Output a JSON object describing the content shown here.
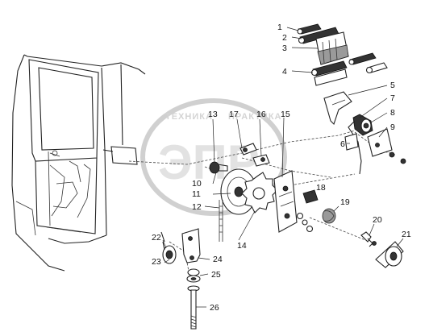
{
  "watermark": {
    "top_text": "ТЕХНИКА",
    "right_text": "ПРАКТИКА",
    "big_text": "ЭПР"
  },
  "callouts": [
    {
      "id": "c1",
      "text": "1"
    },
    {
      "id": "c2",
      "text": "2"
    },
    {
      "id": "c3",
      "text": "3"
    },
    {
      "id": "c4",
      "text": "4"
    },
    {
      "id": "c5",
      "text": "5"
    },
    {
      "id": "c6",
      "text": "6"
    },
    {
      "id": "c7",
      "text": "7"
    },
    {
      "id": "c8",
      "text": "8"
    },
    {
      "id": "c9",
      "text": "9"
    },
    {
      "id": "c10",
      "text": "10"
    },
    {
      "id": "c11",
      "text": "11"
    },
    {
      "id": "c12",
      "text": "12"
    },
    {
      "id": "c13",
      "text": "13"
    },
    {
      "id": "c14",
      "text": "14"
    },
    {
      "id": "c15",
      "text": "15"
    },
    {
      "id": "c16",
      "text": "16"
    },
    {
      "id": "c17",
      "text": "17"
    },
    {
      "id": "c18",
      "text": "18"
    },
    {
      "id": "c19",
      "text": "19"
    },
    {
      "id": "c20",
      "text": "20"
    },
    {
      "id": "c21",
      "text": "21"
    },
    {
      "id": "c22",
      "text": "22"
    },
    {
      "id": "c23",
      "text": "23"
    },
    {
      "id": "c24",
      "text": "24"
    },
    {
      "id": "c25",
      "text": "25"
    },
    {
      "id": "c26",
      "text": "26"
    }
  ]
}
